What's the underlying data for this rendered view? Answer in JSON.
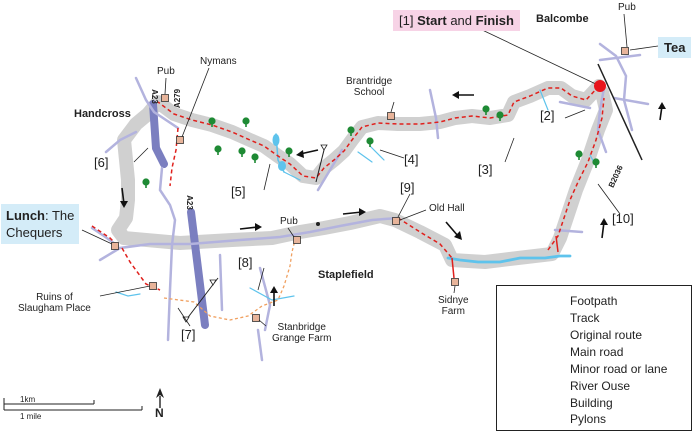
{
  "callouts": {
    "start_number": "[1]",
    "start_bold": "Start",
    "start_and": " and ",
    "start_bold2": "Finish",
    "tea": "Tea",
    "lunch_bold": "Lunch",
    "lunch_rest": ": The",
    "lunch_line2": "Chequers"
  },
  "places": {
    "balcombe": "Balcombe",
    "handcross": "Handcross",
    "staplefield": "Staplefield"
  },
  "labels": {
    "pub_top": "Pub",
    "pub_handcross": "Pub",
    "pub_middle": "Pub",
    "nymans": "Nymans",
    "brantridge_1": "Brantridge",
    "brantridge_2": "School",
    "old_hall": "Old Hall",
    "sidnye_1": "Sidnye",
    "sidnye_2": "Farm",
    "ruins_1": "Ruins of",
    "ruins_2": "Slaugham Place",
    "stanbridge_1": "Stanbridge",
    "stanbridge_2": "Grange Farm"
  },
  "waypoints": {
    "w2": "[2]",
    "w3": "[3]",
    "w4": "[4]",
    "w5": "[5]",
    "w6": "[6]",
    "w7": "[7]",
    "w8": "[8]",
    "w9": "[9]",
    "w10": "[10]"
  },
  "roads": {
    "a23_top": "A23",
    "a279": "A279",
    "a23_mid": "A23",
    "b2036": "B2036"
  },
  "scale_bar": {
    "km": "1km",
    "mile": "1 mile"
  },
  "north": "N",
  "legend": {
    "items": [
      {
        "label": "Footpath"
      },
      {
        "label": "Track"
      },
      {
        "label": "Original route"
      },
      {
        "label": "Main road"
      },
      {
        "label": "Minor road or lane"
      },
      {
        "label": "River Ouse"
      },
      {
        "label": "Building"
      },
      {
        "label": "Pylons"
      }
    ]
  },
  "colors": {
    "route_halo": "#d0d0d0",
    "footpath": "#e0201c",
    "track": "#e0201c",
    "original_route": "#f0a060",
    "main_road": "#7b7fc0",
    "minor_road": "#b3b3de",
    "river": "#5ec3ec",
    "building": "#e8b49a",
    "tree": "#1e8a34",
    "start_marker": "#e8141c",
    "callout_pink": "#f7d3e6",
    "callout_blue": "#d4ecf8"
  }
}
